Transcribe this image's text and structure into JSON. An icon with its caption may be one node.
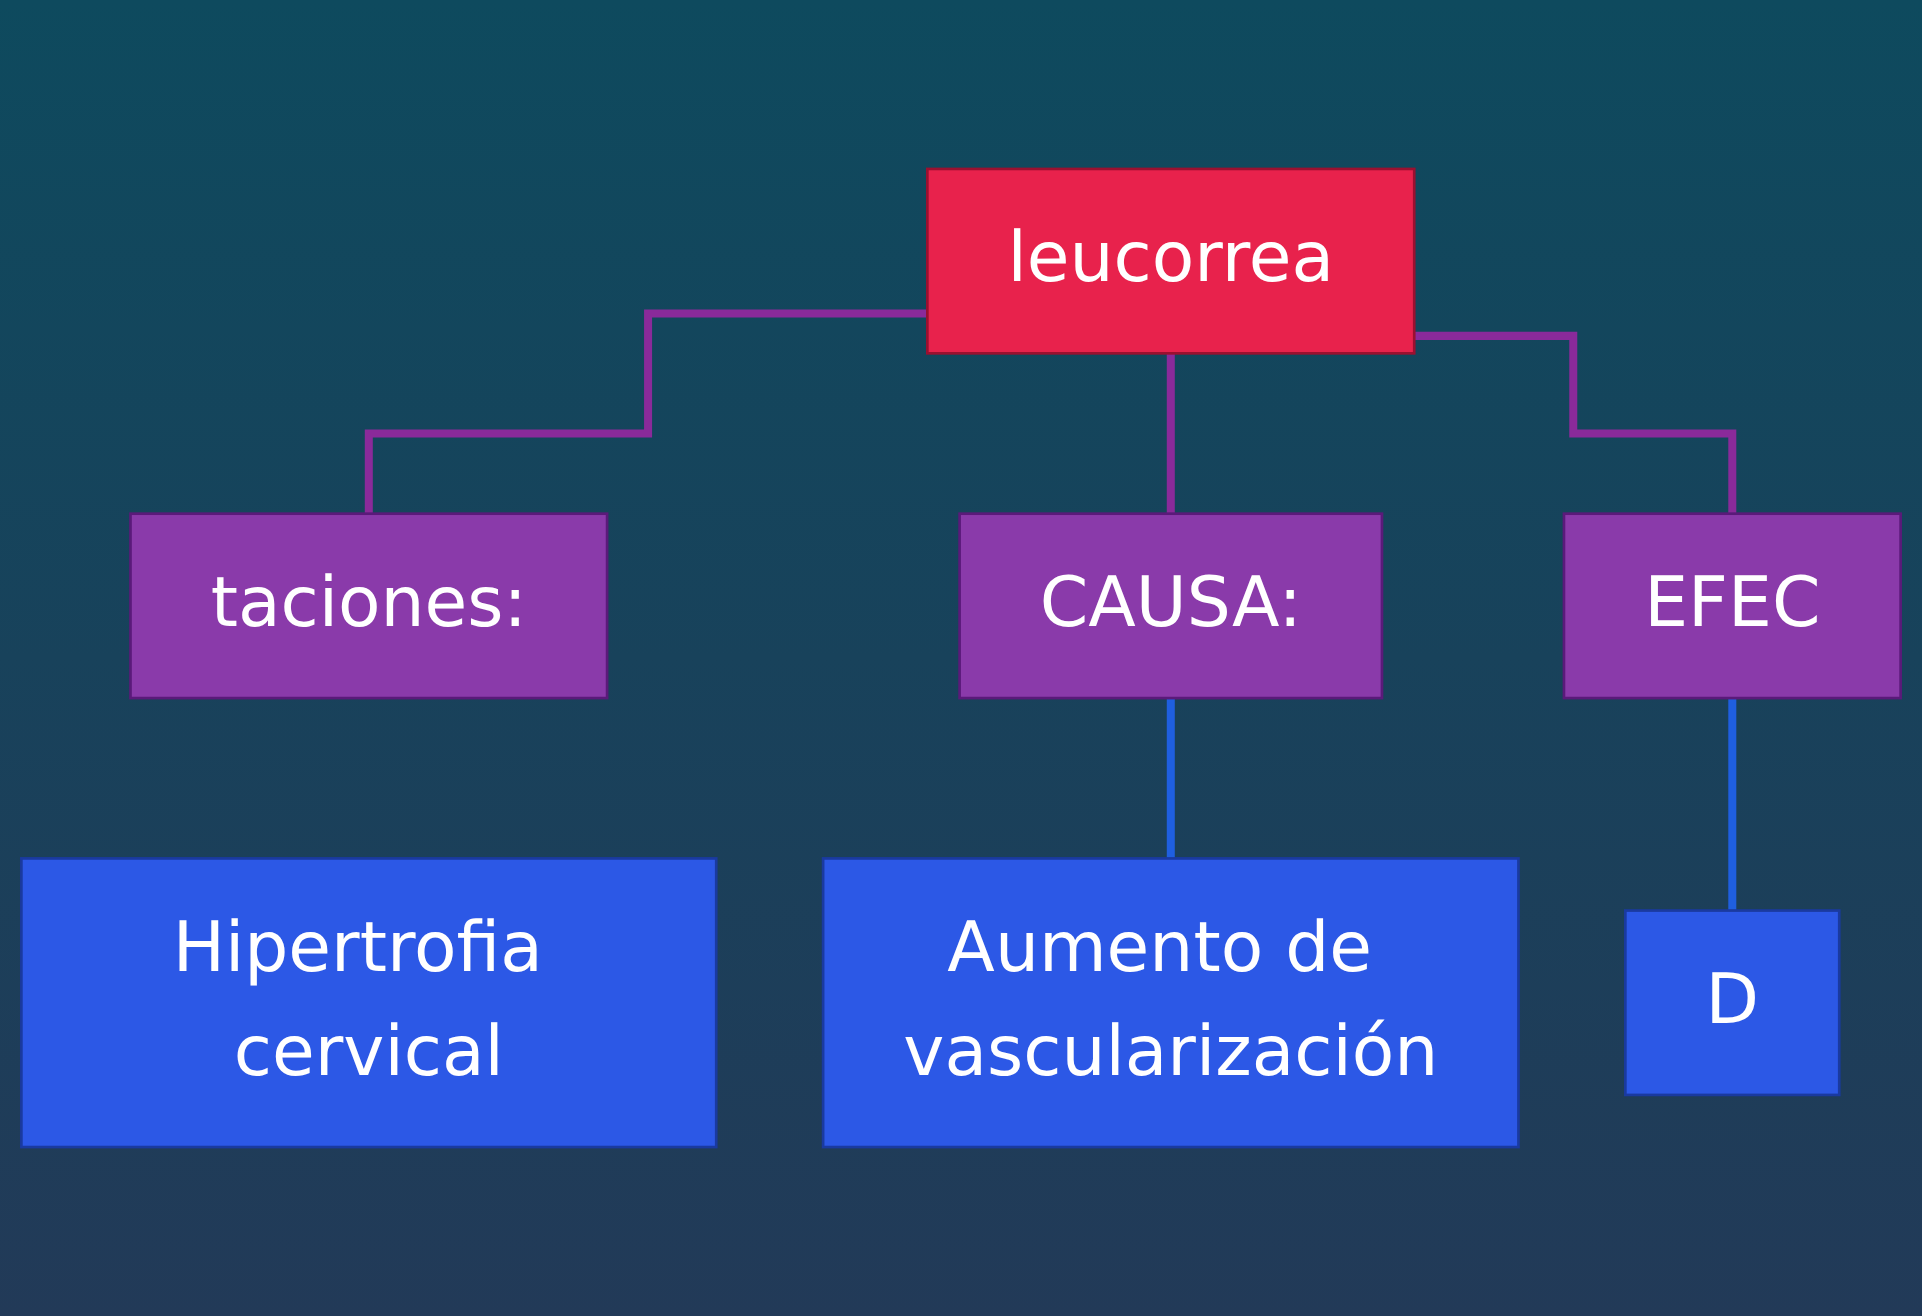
{
  "diagram": {
    "nodes": [
      {
        "text": [
          "leucorrea"
        ]
      },
      {
        "text": [
          "taciones:"
        ]
      },
      {
        "text": [
          "CAUSA:"
        ]
      },
      {
        "text": [
          "EFEC"
        ]
      },
      {
        "text": [
          "Hipertrofia cervical"
        ]
      },
      {
        "text": [
          "Aumento de vascularización"
        ]
      },
      {
        "text": [
          "D"
        ]
      }
    ],
    "edges": [
      {
        "from": 0,
        "to": 1,
        "arrow": "none"
      },
      {
        "from": 0,
        "to": 2,
        "arrow": "none"
      },
      {
        "from": 0,
        "to": 3,
        "arrow": "none"
      },
      {
        "from": 2,
        "to": 5,
        "arrow": "none",
        "color": "#1f5fe0"
      },
      {
        "from": 3,
        "to": 6,
        "arrow": "none",
        "color": "#1f5fe0"
      }
    ]
  }
}
